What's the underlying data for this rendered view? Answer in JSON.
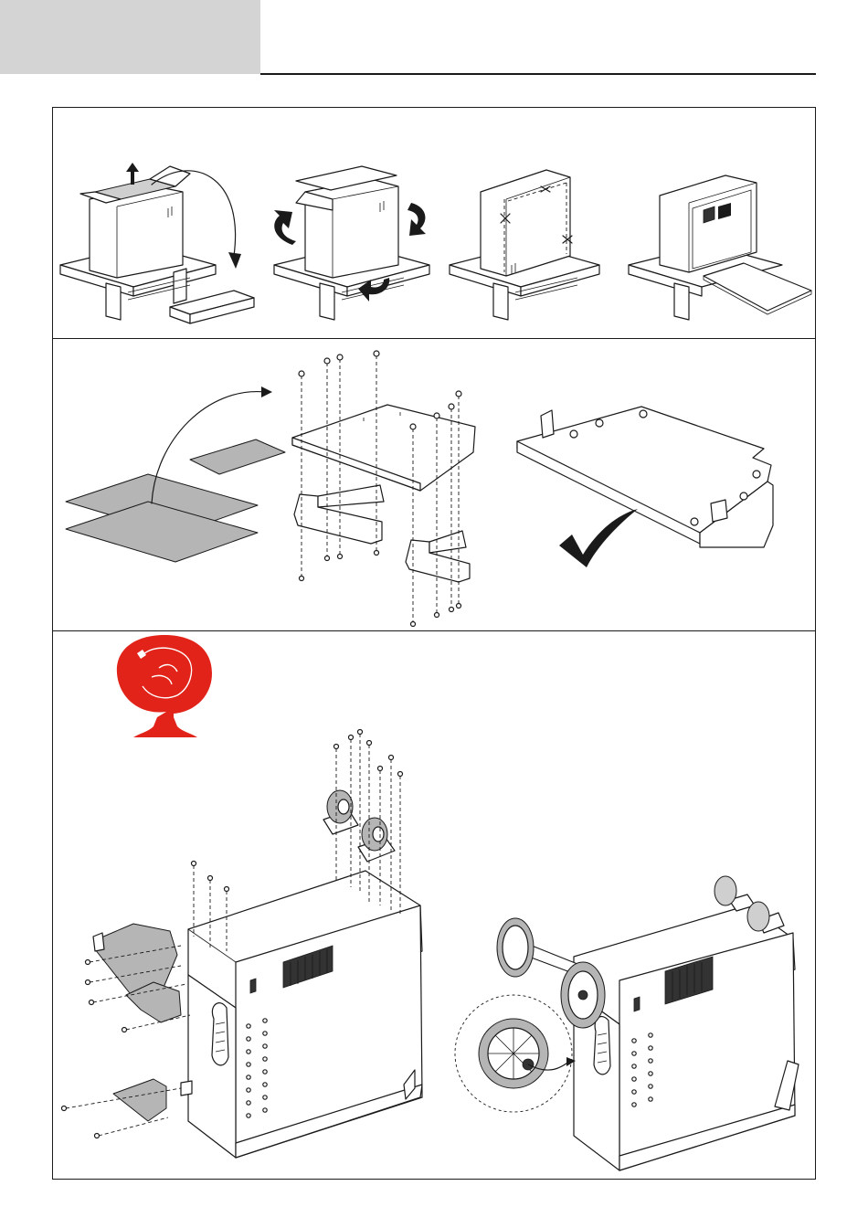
{
  "page": {
    "header_tab_color": "#d4d4d4",
    "line_color": "#1a1a1a"
  },
  "sections": [
    {
      "id": "unpacking",
      "steps": [
        {
          "icon": "remove-top-box-icon"
        },
        {
          "icon": "tilt-box-icon"
        },
        {
          "icon": "cut-box-icon"
        },
        {
          "icon": "ramp-unload-icon"
        }
      ]
    },
    {
      "id": "base-assembly",
      "steps": [
        {
          "icon": "unfold-cardboard-icon"
        },
        {
          "icon": "exploded-base-bolts-icon"
        },
        {
          "icon": "assembled-base-icon"
        },
        {
          "icon": "checkmark-icon"
        }
      ]
    },
    {
      "id": "wheel-assembly",
      "badge_color": "#e2231a",
      "steps": [
        {
          "icon": "protective-gloves-warning-icon"
        },
        {
          "icon": "mount-front-casters-icon"
        },
        {
          "icon": "mount-rear-axle-icon"
        }
      ]
    }
  ]
}
